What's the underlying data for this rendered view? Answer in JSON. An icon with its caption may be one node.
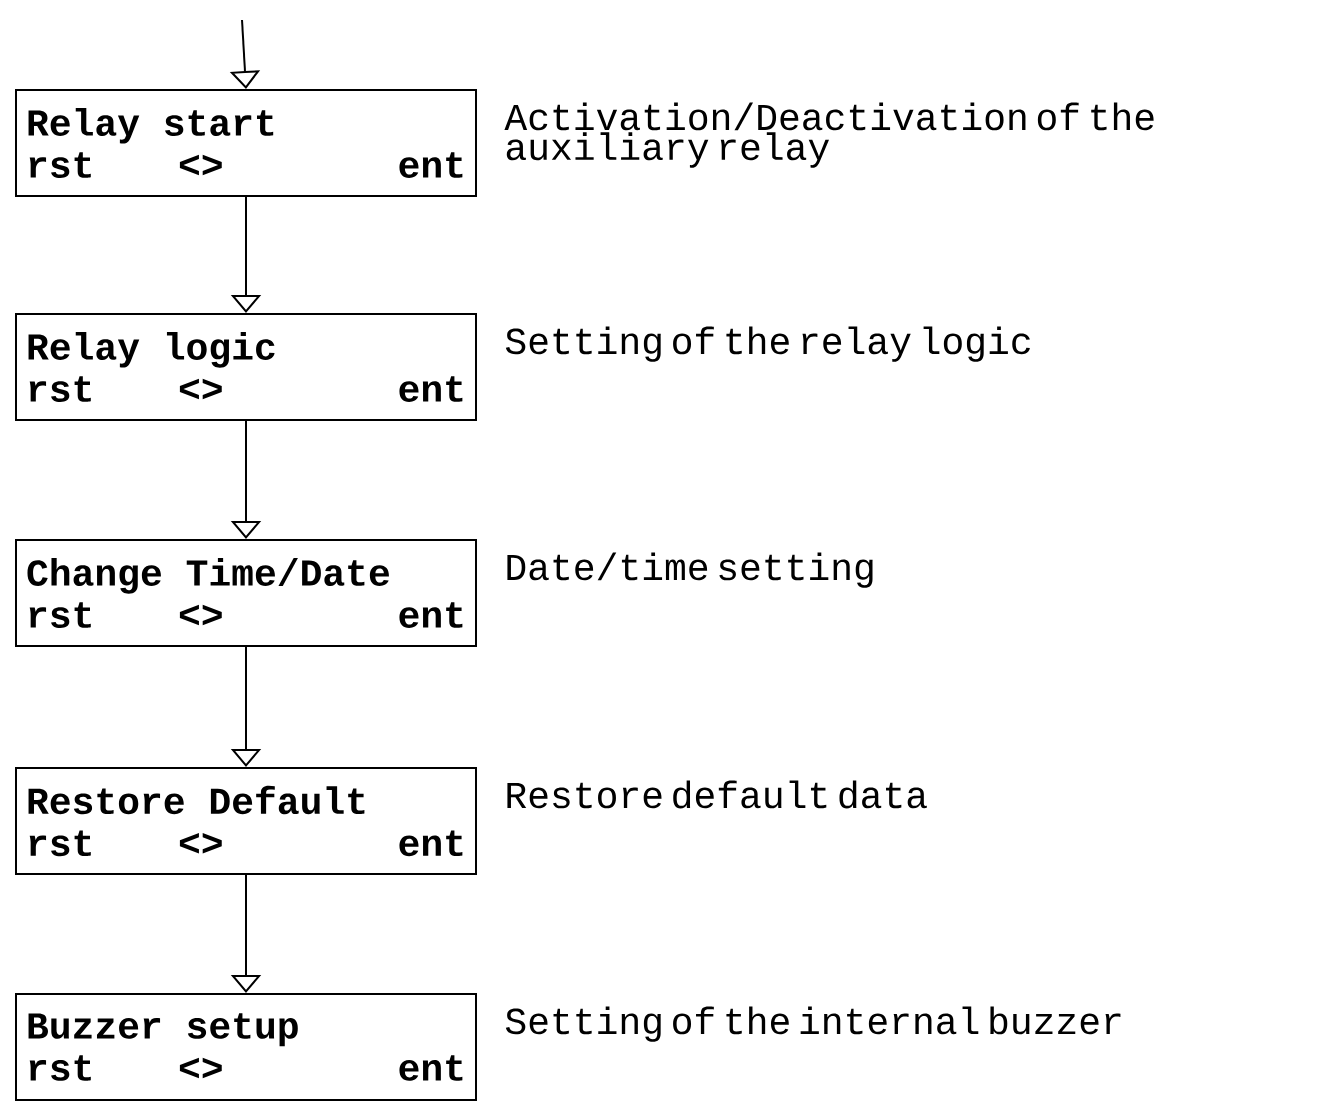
{
  "diagram": {
    "nodes": [
      {
        "text": [
          "Relay start",
          "rst",
          "<>",
          "ent"
        ],
        "beside": [
          "Activation/Deactivation of the auxiliary relay"
        ]
      },
      {
        "text": [
          "Relay logic",
          "rst",
          "<>",
          "ent"
        ],
        "beside": [
          "Setting of the relay logic"
        ]
      },
      {
        "text": [
          "Change Time/Date",
          "rst",
          "<>",
          "ent"
        ],
        "beside": [
          "Date/time setting"
        ]
      },
      {
        "text": [
          "Restore Default",
          "rst",
          "<>",
          "ent"
        ],
        "beside": [
          "Restore default data"
        ]
      },
      {
        "text": [
          "Buzzer setup",
          "rst",
          "<>",
          "ent"
        ],
        "beside": [
          "Setting of the internal buzzer"
        ]
      }
    ],
    "edges": [
      {
        "from": null,
        "to": 0,
        "arrow": "to"
      },
      {
        "from": 0,
        "to": 1,
        "arrow": "to"
      },
      {
        "from": 1,
        "to": 2,
        "arrow": "to"
      },
      {
        "from": 2,
        "to": 3,
        "arrow": "to"
      },
      {
        "from": 3,
        "to": 4,
        "arrow": "to"
      }
    ]
  }
}
